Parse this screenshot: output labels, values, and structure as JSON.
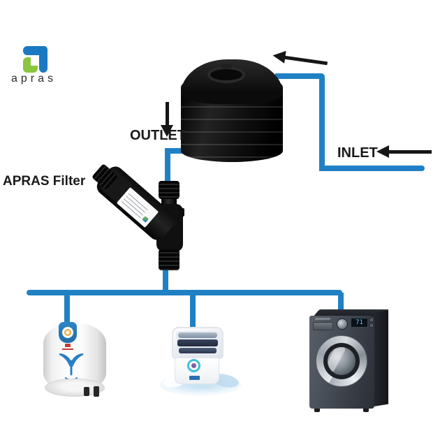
{
  "colors": {
    "pipe": "#1f81c4",
    "arrow": "#161616",
    "text": "#1a1a1a",
    "logo_blue": "#1b79c2",
    "logo_green": "#8cc63f",
    "display": "#5bc8f5"
  },
  "logo": {
    "wordmark": "apras"
  },
  "labels": {
    "outlet": "OUTLET",
    "inlet": "INLET",
    "filter": "APRAS Filter"
  },
  "icons": {
    "tank_feed": "arrow-left-icon",
    "inlet_flow": "arrow-left-icon",
    "outlet_flow": "arrow-down-icon"
  },
  "appliances": {
    "washer_display": "71"
  }
}
